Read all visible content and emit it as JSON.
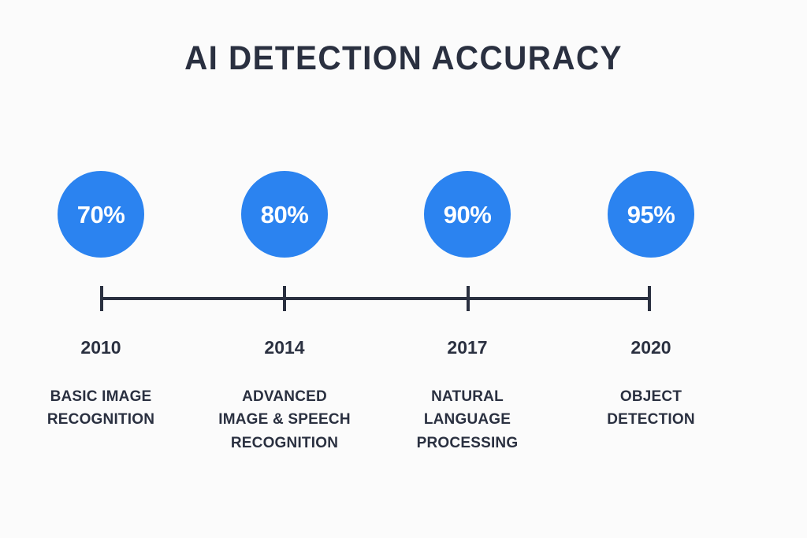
{
  "title": "AI DETECTION ACCURACY",
  "colors": {
    "background": "#fbfbfb",
    "accent": "#2b83f0",
    "text_dark": "#2a3040",
    "bubble_text": "#ffffff"
  },
  "chart_data": {
    "type": "line",
    "title": "AI DETECTION ACCURACY",
    "xlabel": "",
    "ylabel": "",
    "categories": [
      "2010",
      "2014",
      "2017",
      "2020"
    ],
    "values": [
      70,
      80,
      90,
      95
    ],
    "value_labels": [
      "70%",
      "80%",
      "90%",
      "95%"
    ],
    "annotations": [
      "BASIC IMAGE\nRECOGNITION",
      "ADVANCED\nIMAGE & SPEECH\nRECOGNITION",
      "NATURAL\nLANGUAGE\nPROCESSING",
      "OBJECT\nDETECTION"
    ],
    "ylim": [
      0,
      100
    ],
    "grid": false,
    "legend": "none"
  },
  "milestones": [
    {
      "value_label": "70%",
      "year": "2010",
      "description": "BASIC IMAGE\nRECOGNITION"
    },
    {
      "value_label": "80%",
      "year": "2014",
      "description": "ADVANCED\nIMAGE & SPEECH\nRECOGNITION"
    },
    {
      "value_label": "90%",
      "year": "2017",
      "description": "NATURAL\nLANGUAGE\nPROCESSING"
    },
    {
      "value_label": "95%",
      "year": "2020",
      "description": "OBJECT\nDETECTION"
    }
  ]
}
